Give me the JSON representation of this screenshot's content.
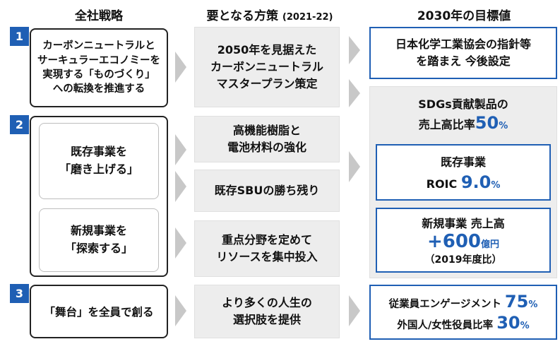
{
  "headers": {
    "strategy": "全社戦略",
    "measures": "要となる方策",
    "measures_period": "(2021-22)",
    "goals": "2030年の目標値"
  },
  "strategies": [
    {
      "num": "1",
      "text": [
        "カーボンニュートラルと",
        "サーキュラーエコノミーを",
        "実現する「ものづくり」",
        "への転換を推進する"
      ]
    },
    {
      "num": "2",
      "sub": [
        [
          "既存事業を",
          "「磨き上げる」"
        ],
        [
          "新規事業を",
          "「探索する」"
        ]
      ]
    },
    {
      "num": "3",
      "text": [
        "「舞台」を全員で創る"
      ]
    }
  ],
  "measures": [
    [
      "2050年を見据えた",
      "カーボンニュートラル",
      "マスタープラン策定"
    ],
    [
      "高機能樹脂と",
      "電池材料の強化"
    ],
    [
      "既存SBUの勝ち残り"
    ],
    [
      "重点分野を定めて",
      "リソースを集中投入"
    ],
    [
      "より多くの人生の",
      "選択肢を提供"
    ]
  ],
  "goals": {
    "g1": [
      "日本化学工業協会の指針等",
      "を踏まえ 今後設定"
    ],
    "sdgs": {
      "line1": "SDGs貢献製品の",
      "line2": "売上高比率",
      "value": "50",
      "unit": "%"
    },
    "roic": {
      "line1": "既存事業",
      "label": "ROIC",
      "value": "9.0",
      "unit": "%"
    },
    "newbiz": {
      "line1": "新規事業 売上高",
      "value": "+600",
      "unit": "億円",
      "note": "（2019年度比）"
    },
    "engagement": {
      "label": "従業員エンゲージメント",
      "value": "75",
      "unit": "%"
    },
    "diversity": {
      "label": "外国人/女性役員比率",
      "value": "30",
      "unit": "%"
    }
  },
  "colors": {
    "accent": "#1f5fb4",
    "arrow": "#c8c8c8",
    "panel": "#ededed"
  }
}
